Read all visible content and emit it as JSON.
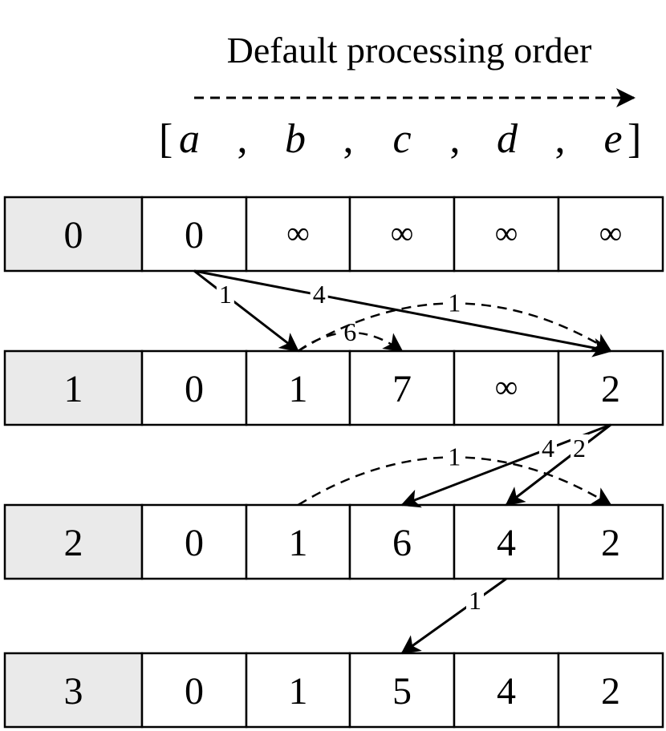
{
  "header": {
    "title": "Default processing order",
    "bracket_open": "[",
    "bracket_close": "]",
    "separator": ",",
    "vertices": [
      "a",
      "b",
      "c",
      "d",
      "e"
    ]
  },
  "table": {
    "rows": [
      {
        "iteration": "0",
        "cells": [
          "0",
          "∞",
          "∞",
          "∞",
          "∞"
        ]
      },
      {
        "iteration": "1",
        "cells": [
          "0",
          "1",
          "7",
          "∞",
          "2"
        ]
      },
      {
        "iteration": "2",
        "cells": [
          "0",
          "1",
          "6",
          "4",
          "2"
        ]
      },
      {
        "iteration": "3",
        "cells": [
          "0",
          "1",
          "5",
          "4",
          "2"
        ]
      }
    ]
  },
  "edges": [
    {
      "from_row": 0,
      "from_col": 0,
      "to_row": 1,
      "to_col": 1,
      "weight": "1",
      "style": "solid"
    },
    {
      "from_row": 0,
      "from_col": 0,
      "to_row": 1,
      "to_col": 4,
      "weight": "4",
      "style": "solid"
    },
    {
      "from_row": 0,
      "from_col": 1,
      "to_row": 1,
      "to_col": 2,
      "weight": "6",
      "style": "dashed"
    },
    {
      "from_row": 0,
      "from_col": 1,
      "to_row": 1,
      "to_col": 4,
      "weight": "1",
      "style": "dashed"
    },
    {
      "from_row": 1,
      "from_col": 4,
      "to_row": 2,
      "to_col": 2,
      "weight": "4",
      "style": "solid"
    },
    {
      "from_row": 1,
      "from_col": 4,
      "to_row": 2,
      "to_col": 3,
      "weight": "2",
      "style": "solid"
    },
    {
      "from_row": 1,
      "from_col": 1,
      "to_row": 2,
      "to_col": 4,
      "weight": "1",
      "style": "dashed"
    },
    {
      "from_row": 2,
      "from_col": 3,
      "to_row": 3,
      "to_col": 2,
      "weight": "1",
      "style": "solid"
    }
  ]
}
